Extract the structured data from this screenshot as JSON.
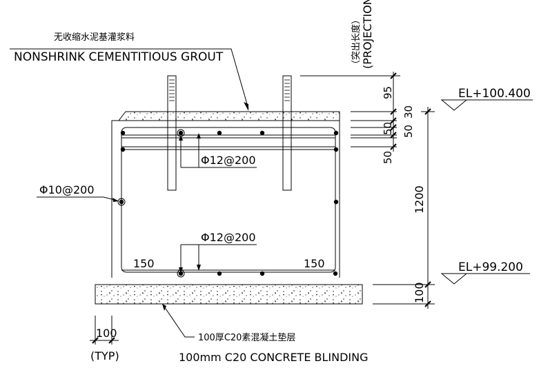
{
  "grout_label": {
    "cn": "无收缩水泥基灌浆料",
    "en": "NONSHRINK CEMENTITIOUS GROUT"
  },
  "projection_label": {
    "cn": "（突出长度）",
    "en": "(PROJECTION)"
  },
  "dimensions": {
    "projection": "95",
    "grout_thickness": "30",
    "spacing_top": "50",
    "spacing_mid": "50",
    "spacing_low": "50",
    "height": "1200",
    "blinding": "100",
    "typ_width": "100",
    "typ": "(TYP)",
    "cover_left": "150",
    "cover_right": "150"
  },
  "elevations": {
    "top": "EL+100.400",
    "bottom": "EL+99.200"
  },
  "rebar": {
    "top_mesh": "Φ12@200",
    "side_bars": "Φ10@200",
    "bottom_mesh": "Φ12@200"
  },
  "blinding_label": {
    "cn": "100厚C20素混凝土垫层",
    "en": "100mm C20 CONCRETE BLINDING"
  }
}
